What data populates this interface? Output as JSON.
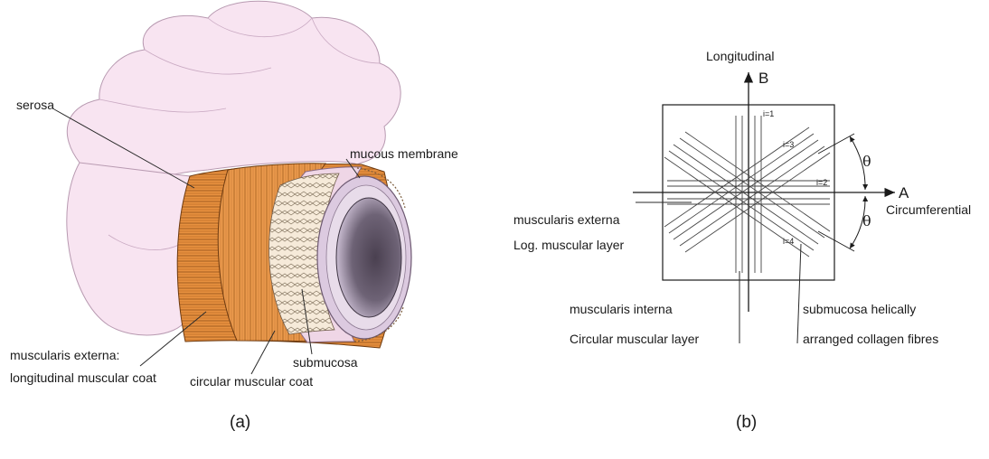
{
  "panel_a": {
    "labels": {
      "serosa": "serosa",
      "mucous_membrane": "mucous membrane",
      "muscularis_externa_line1": "muscularis externa:",
      "muscularis_externa_line2": "longitudinal muscular coat",
      "circular": "circular muscular coat",
      "submucosa": "submucosa"
    },
    "caption": "(a)",
    "colors": {
      "outer_intestine": "#f7e3f0",
      "muscle": "#e8913f",
      "muscle_dark": "#b5621f",
      "submucosa": "#f3e3cf",
      "mucosa": "#dcc9e0",
      "lumen": "#5f5464"
    }
  },
  "panel_b": {
    "axis_labels": {
      "longitudinal": "Longitudinal",
      "b": "B",
      "a": "A",
      "circumferential": "Circumferential"
    },
    "family_labels": [
      "i=1",
      "i=2",
      "i=3",
      "i=4"
    ],
    "theta": "θ",
    "labels": {
      "muscularis_externa": "muscularis externa",
      "log_layer": "Log. muscular layer",
      "muscularis_interna": "muscularis interna",
      "circular_layer": "Circular muscular layer",
      "submucosa_line1": "submucosa helically",
      "submucosa_line2": "arranged collagen fibres"
    },
    "caption": "(b)"
  }
}
